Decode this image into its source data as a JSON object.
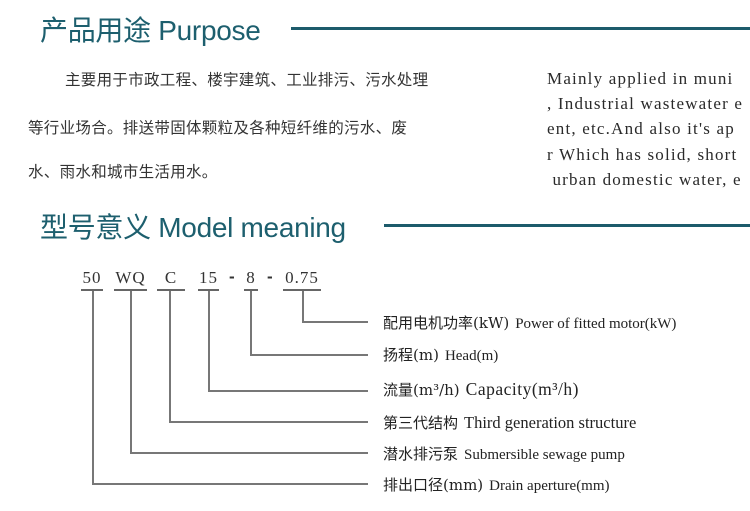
{
  "sections": {
    "purpose": {
      "title": "产品用途 Purpose",
      "cn_lines": [
        "主要用于市政工程、楼宇建筑、工业排污、污水处理",
        "等行业场合。排送带固体颗粒及各种短纤维的污水、废",
        "水、雨水和城市生活用水。"
      ],
      "en_lines": [
        "Mainly applied in muni",
        ", Industrial wastewater e",
        "ent, etc.And also it's ap",
        "r Which has solid, short",
        " urban domestic water, e"
      ]
    },
    "model": {
      "title": "型号意义 Model meaning",
      "code_parts": [
        "50",
        "WQ",
        "C",
        "15",
        "8",
        "0.75"
      ],
      "separators": [
        "-",
        "-"
      ],
      "labels": [
        {
          "cn": "配用电机功率(kW)",
          "en": "Power of fitted motor(kW)"
        },
        {
          "cn": "扬程(m)",
          "en": "Head(m)"
        },
        {
          "cn": "流量(m³/h)",
          "en": "Capacity(m³/h)"
        },
        {
          "cn": "第三代结构",
          "en": "Third generation structure"
        },
        {
          "cn": "潜水排污泵",
          "en": "Submersible sewage pump"
        },
        {
          "cn": "排出口径(mm)",
          "en": "Drain aperture(mm)"
        }
      ]
    }
  },
  "colors": {
    "heading": "#1d5f6e",
    "rule": "#1d5b6b",
    "connector": "#777777"
  }
}
